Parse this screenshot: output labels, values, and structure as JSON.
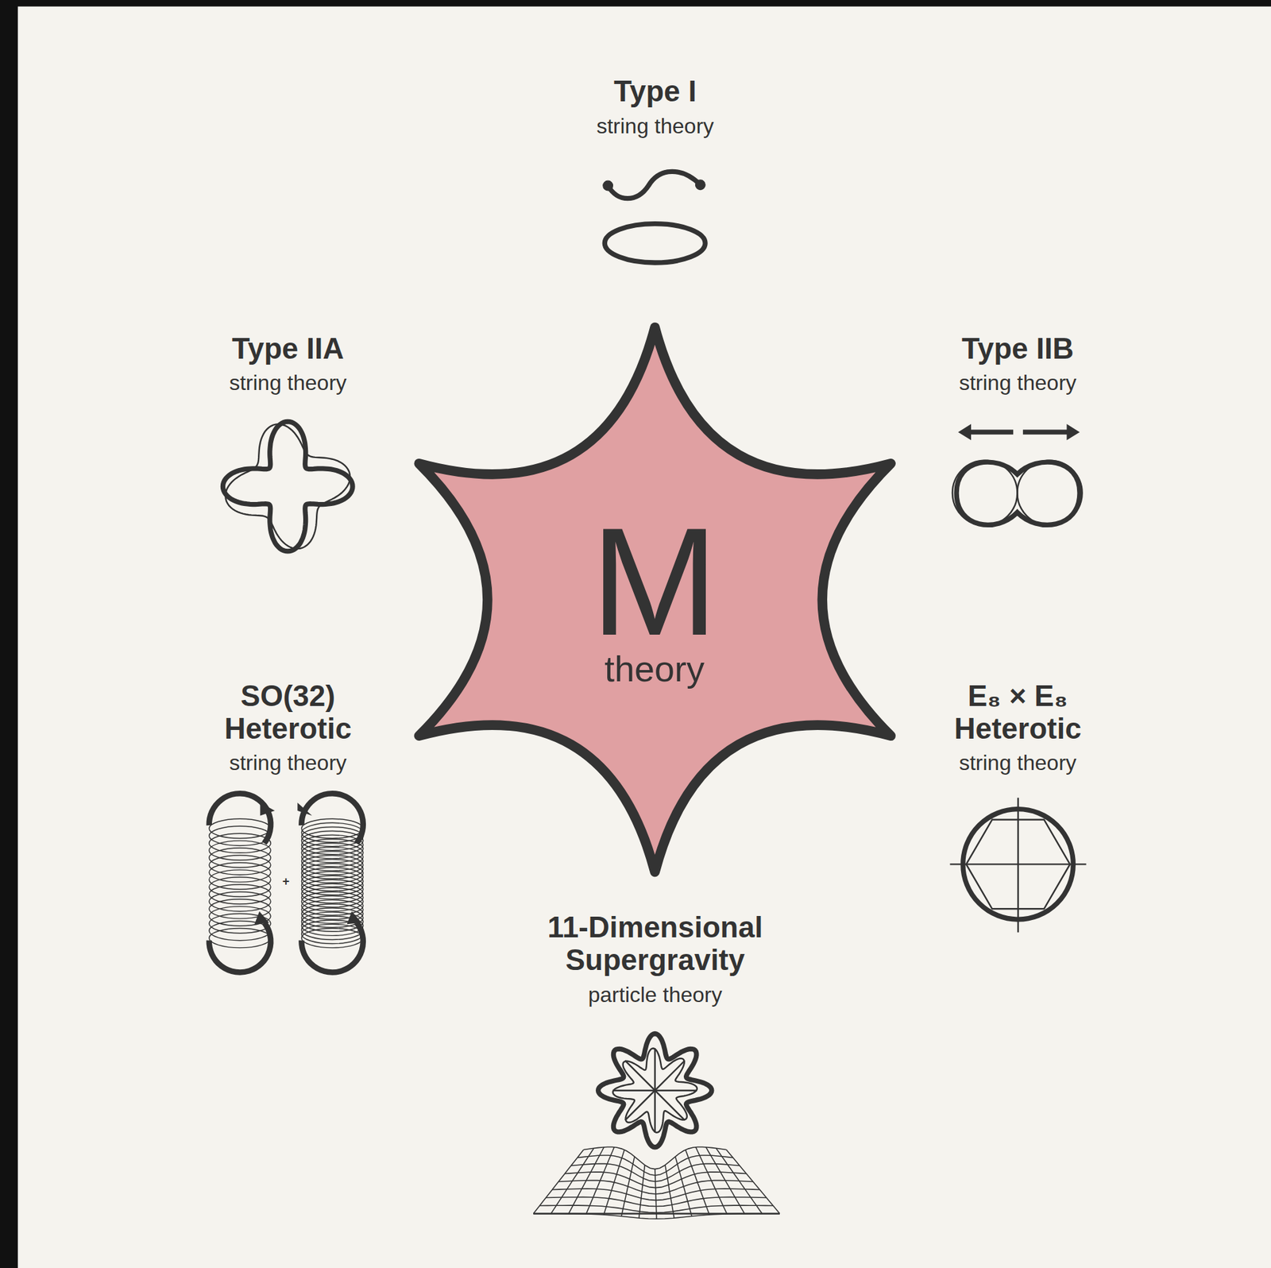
{
  "diagram": {
    "nodes": [
      {
        "text": [
          "M",
          "theory"
        ]
      }
    ],
    "labels": [
      "Type I",
      "string theory",
      "Type IIA",
      "string theory",
      "Type IIB",
      "string theory",
      "SO(32) Heterotic",
      "string theory",
      "+",
      "E₈ × E₈ Heterotic",
      "string theory",
      "11-Dimensional Supergravity",
      "particle theory"
    ]
  }
}
